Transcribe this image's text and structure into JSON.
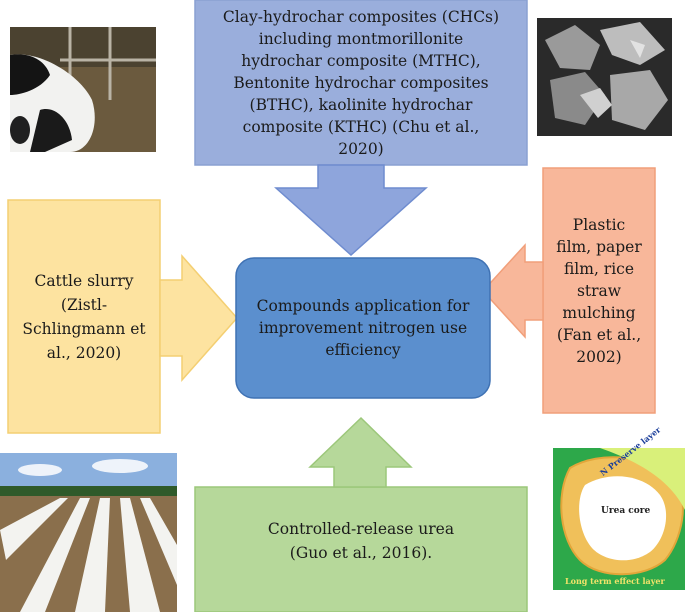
{
  "top_box": {
    "lines": [
      "Clay-hydrochar composites (CHCs)",
      "including montmorillonite",
      "hydrochar composite (MTHC),",
      "Bentonite hydrochar composites",
      "(BTHC), kaolinite hydrochar",
      "composite (KTHC) (Chu et al.,",
      "2020)"
    ],
    "color": "#9aaedc"
  },
  "left_box": {
    "lines": [
      "Cattle slurry",
      "(Zistl-",
      "Schlingmann et",
      "al., 2020)"
    ],
    "color": "#fde3a0"
  },
  "right_box": {
    "lines": [
      "Plastic",
      "film, paper",
      "film, rice",
      "straw",
      "mulching",
      "(Fan et al.,",
      "2002)"
    ],
    "color": "#f8b79a"
  },
  "bottom_box": {
    "lines": [
      "Controlled-release urea",
      "(Guo et al., 2016)."
    ],
    "color": "#b6d89a"
  },
  "center_box": {
    "lines": [
      "Compounds application for",
      "improvement nitrogen use",
      "efficiency"
    ],
    "color": "#5b8fce"
  },
  "urea_figure": {
    "outer_label": "N Preserve layer",
    "core_label": "Urea core",
    "bottom_label": "Long term effect layer"
  }
}
